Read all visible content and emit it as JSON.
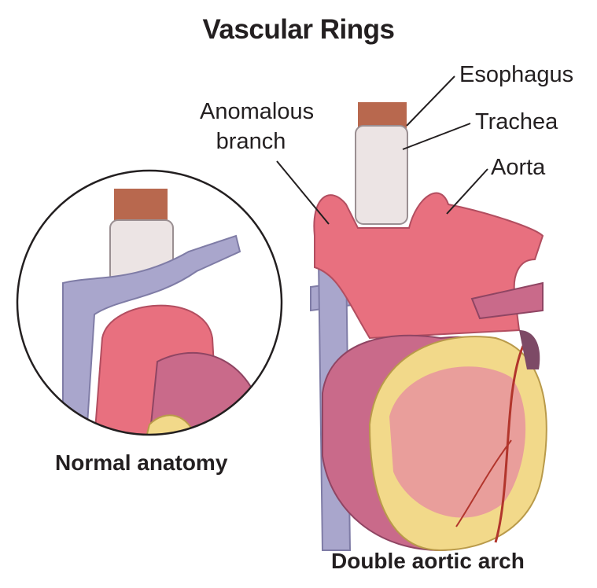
{
  "title": "Vascular Rings",
  "labels": {
    "esophagus": "Esophagus",
    "trachea": "Trachea",
    "aorta": "Aorta",
    "anomalous_branch_line1": "Anomalous",
    "anomalous_branch_line2": "branch"
  },
  "captions": {
    "normal": "Normal anatomy",
    "double": "Double aortic arch"
  },
  "colors": {
    "aorta": "#e8707f",
    "vein": "#a9a6cc",
    "esophagus": "#b8684e",
    "trachea": "#ece4e4",
    "heart_fat": "#f2d98a",
    "heart_muscle": "#c96a8a"
  }
}
